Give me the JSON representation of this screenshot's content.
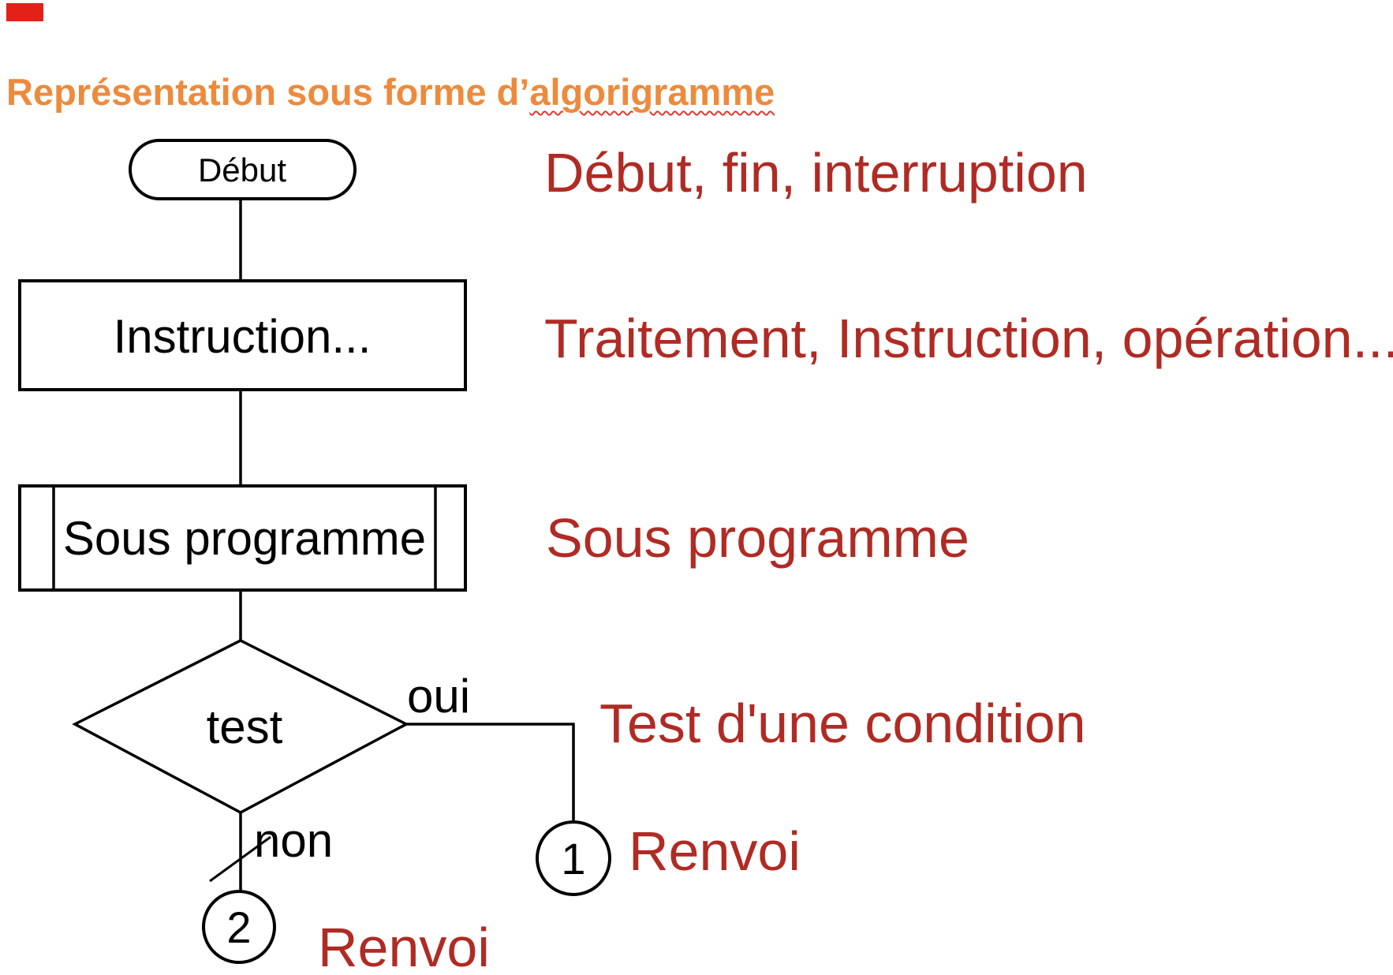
{
  "page": {
    "background": "#ffffff",
    "marker_color": "#e32119"
  },
  "heading": {
    "text_before": "Représentation sous forme d’",
    "underlined_word": "algorigramme",
    "color": "#ee8a3c",
    "underline_color": "#e03a2e"
  },
  "flowchart": {
    "line_color": "#000000",
    "start_label": "Début",
    "instruction_label": "Instruction...",
    "subroutine_label": "Sous programme",
    "test_label": "test",
    "yes_label": "oui",
    "no_label": "non",
    "connector1_label": "1",
    "connector2_label": "2"
  },
  "legend": {
    "color": "#af2b24",
    "items": [
      {
        "text": "Début, fin, interruption"
      },
      {
        "text": "Traitement, Instruction, opération..."
      },
      {
        "text": "Sous programme"
      },
      {
        "text": "Test d'une condition"
      },
      {
        "text": "Renvoi"
      },
      {
        "text": "Renvoi"
      }
    ]
  }
}
